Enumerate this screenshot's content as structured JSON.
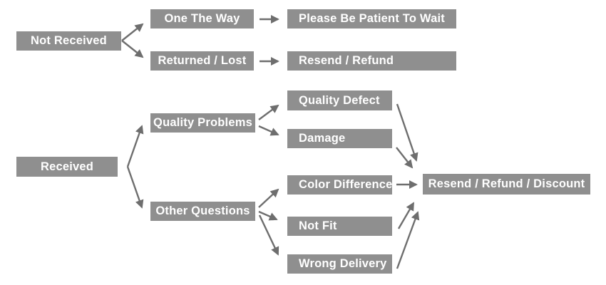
{
  "colors": {
    "background": "#ffffff",
    "box_fill": "#8f8f8f",
    "box_text": "#ffffff",
    "arrow": "#6e6e6e"
  },
  "nodes": {
    "not_received": {
      "label": "Not Received"
    },
    "one_the_way": {
      "label": "One The Way"
    },
    "please_be_patient": {
      "label": "Please Be Patient To Wait"
    },
    "returned_lost": {
      "label": "Returned / Lost"
    },
    "resend_refund": {
      "label": "Resend / Refund"
    },
    "received": {
      "label": "Received"
    },
    "quality_problems": {
      "label": "Quality Problems"
    },
    "other_questions": {
      "label": "Other Questions"
    },
    "quality_defect": {
      "label": "Quality Defect"
    },
    "damage": {
      "label": "Damage"
    },
    "color_difference": {
      "label": "Color Difference"
    },
    "not_fit": {
      "label": "Not Fit"
    },
    "wrong_delivery": {
      "label": "Wrong Delivery"
    },
    "resend_refund_discount": {
      "label": "Resend / Refund / Discount"
    }
  },
  "edges": [
    {
      "from": "not_received",
      "to": "one_the_way"
    },
    {
      "from": "not_received",
      "to": "returned_lost"
    },
    {
      "from": "one_the_way",
      "to": "please_be_patient"
    },
    {
      "from": "returned_lost",
      "to": "resend_refund"
    },
    {
      "from": "received",
      "to": "quality_problems"
    },
    {
      "from": "received",
      "to": "other_questions"
    },
    {
      "from": "quality_problems",
      "to": "quality_defect"
    },
    {
      "from": "quality_problems",
      "to": "damage"
    },
    {
      "from": "other_questions",
      "to": "color_difference"
    },
    {
      "from": "other_questions",
      "to": "not_fit"
    },
    {
      "from": "other_questions",
      "to": "wrong_delivery"
    },
    {
      "from": "quality_defect",
      "to": "resend_refund_discount"
    },
    {
      "from": "damage",
      "to": "resend_refund_discount"
    },
    {
      "from": "color_difference",
      "to": "resend_refund_discount"
    },
    {
      "from": "not_fit",
      "to": "resend_refund_discount"
    },
    {
      "from": "wrong_delivery",
      "to": "resend_refund_discount"
    }
  ]
}
